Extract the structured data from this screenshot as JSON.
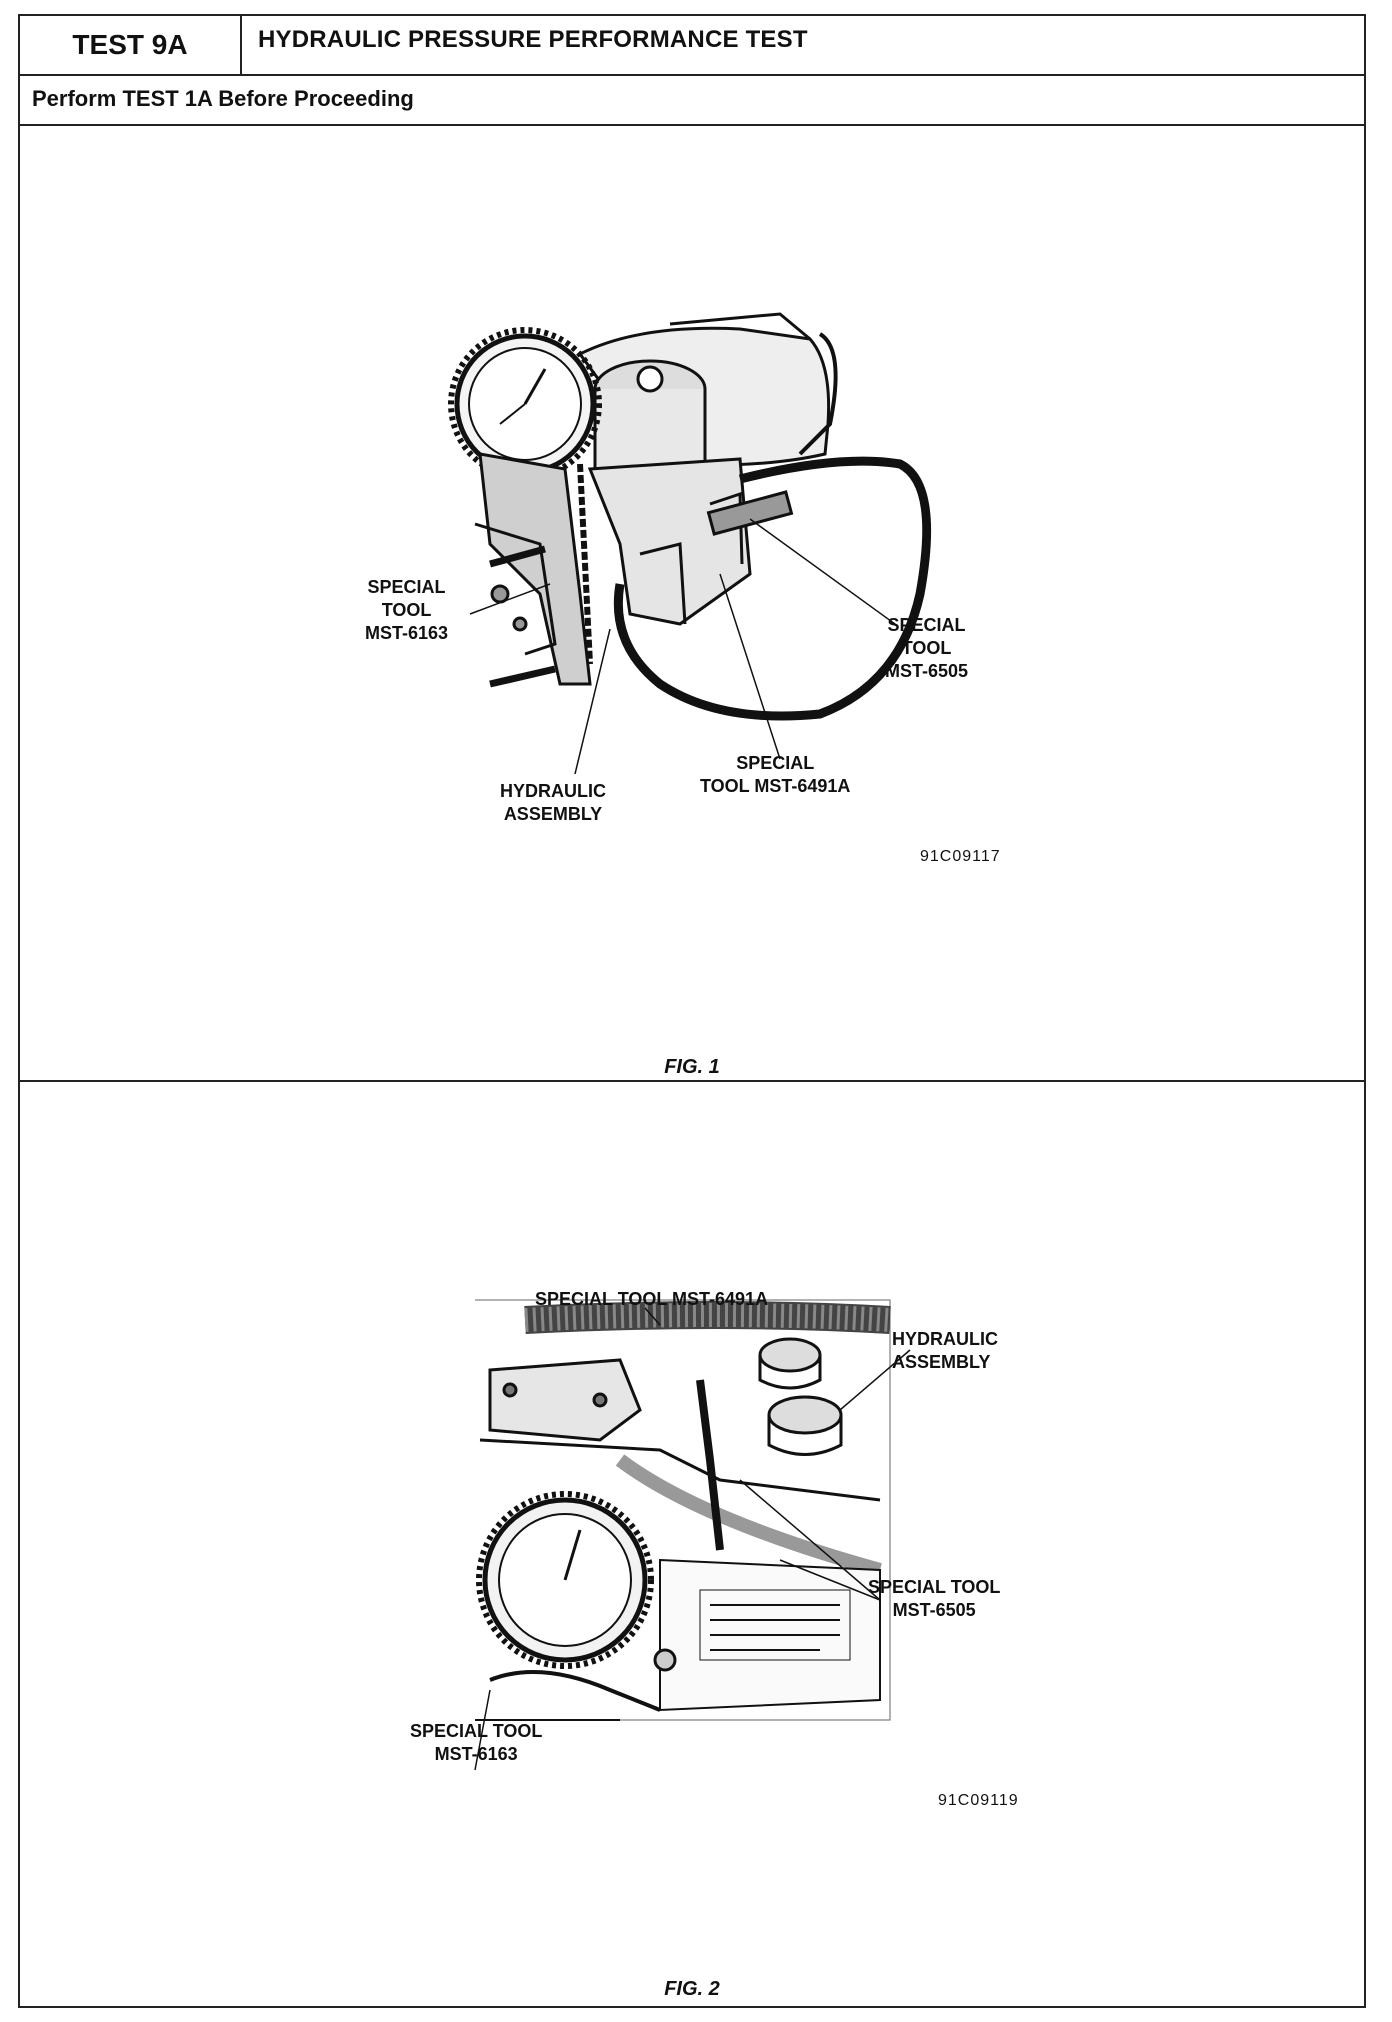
{
  "header": {
    "test_id": "TEST 9A",
    "title": "HYDRAULIC PRESSURE PERFORMANCE TEST",
    "prerequisite": "Perform TEST 1A Before Proceeding"
  },
  "fig1": {
    "labels": {
      "tool_6163_l1": "SPECIAL",
      "tool_6163_l2": "TOOL",
      "tool_6163_l3": "MST-6163",
      "tool_6505_l1": "SPECIAL",
      "tool_6505_l2": "TOOL",
      "tool_6505_l3": "MST-6505",
      "tool_6491_l1": "SPECIAL",
      "tool_6491_l2": "TOOL MST-6491A",
      "hydraulic_l1": "HYDRAULIC",
      "hydraulic_l2": "ASSEMBLY"
    },
    "code": "91C09117",
    "caption": "FIG. 1"
  },
  "fig2": {
    "labels": {
      "tool_6491": "SPECIAL TOOL MST-6491A",
      "hydraulic_l1": "HYDRAULIC",
      "hydraulic_l2": "ASSEMBLY",
      "tool_6505_l1": "SPECIAL TOOL",
      "tool_6505_l2": "MST-6505",
      "tool_6163_l1": "SPECIAL TOOL",
      "tool_6163_l2": "MST-6163"
    },
    "code": "91C09119",
    "caption": "FIG. 2"
  }
}
